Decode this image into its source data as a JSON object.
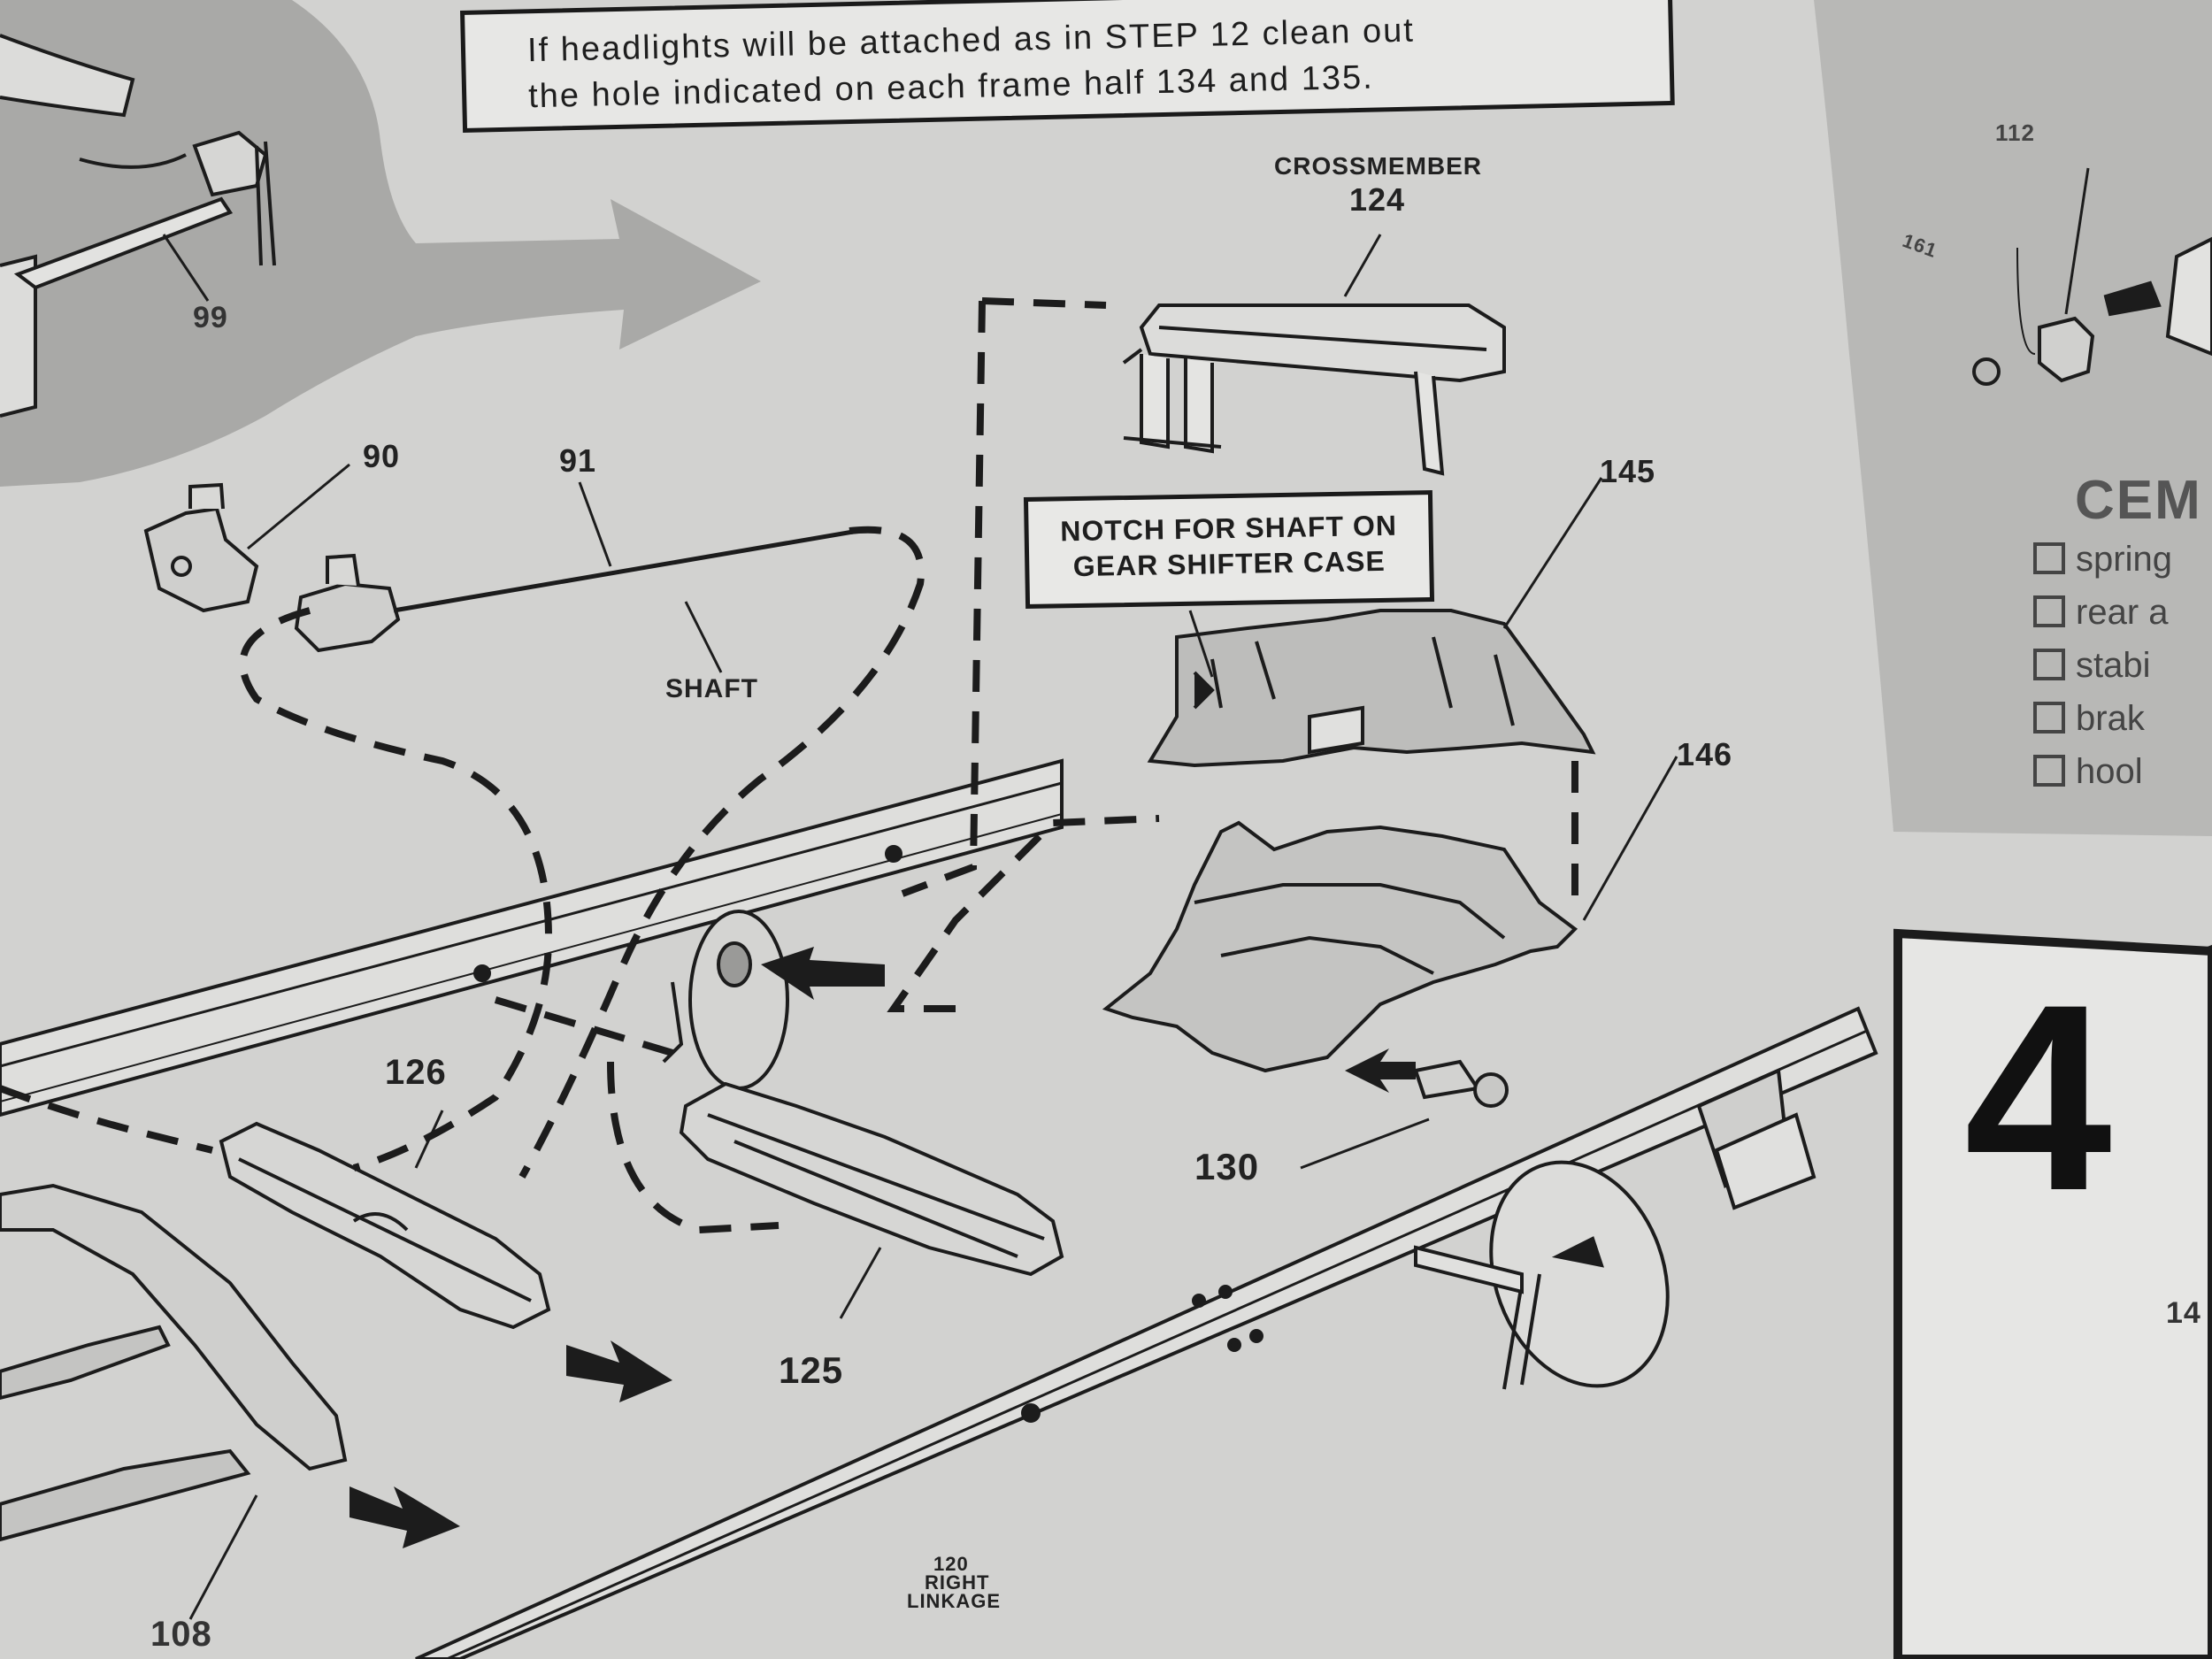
{
  "instruction_note": {
    "line1": "If headlights will be attached as in STEP 12 clean out",
    "line2": "the hole indicated on each frame half 134 and 135."
  },
  "crossmember": {
    "title": "CROSSMEMBER",
    "number": "124"
  },
  "callout": {
    "line1": "NOTCH FOR SHAFT ON",
    "line2": "GEAR SHIFTER CASE"
  },
  "part_labels": {
    "p99": "99",
    "p90": "90",
    "p91": "91",
    "shaft": "SHAFT",
    "p145": "145",
    "p146": "146",
    "p126": "126",
    "p125": "125",
    "p130": "130",
    "p108": "108",
    "p112": "112",
    "p161": "161",
    "p120_num": "120",
    "p120_l1": "RIGHT",
    "p120_l2": "LINKAGE"
  },
  "cement_panel": {
    "heading": "CEM",
    "items": [
      "spring",
      "rear a",
      "stabi",
      "brak",
      "hool"
    ]
  },
  "step": {
    "number": "4",
    "partial_label": "14"
  }
}
